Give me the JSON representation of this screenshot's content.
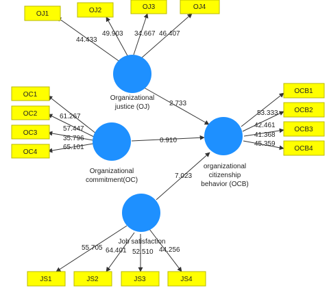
{
  "colors": {
    "construct_fill": "#1E90FF",
    "indicator_fill": "#FFFF00",
    "indicator_border": "#B8B800",
    "edge": "#333333"
  },
  "constructs": {
    "oj": {
      "name_lines": [
        "Organizational",
        "justice (OJ)"
      ]
    },
    "oc": {
      "name_lines": [
        "Organizational",
        "commitment(OC)"
      ]
    },
    "ocb": {
      "name_lines": [
        "organizational",
        "citizenship",
        "behavior (OCB)"
      ]
    },
    "js": {
      "name_lines": [
        "Job satisfaction"
      ]
    }
  },
  "indicators": {
    "oj": [
      "OJ1",
      "OJ2",
      "OJ3",
      "OJ4"
    ],
    "oc": [
      "OC1",
      "OC2",
      "OC3",
      "OC4"
    ],
    "ocb": [
      "OCB1",
      "OCB2",
      "OCB3",
      "OCB4"
    ],
    "js": [
      "JS1",
      "JS2",
      "JS3",
      "JS4"
    ]
  },
  "loadings": {
    "oj": [
      "44.433",
      "49.903",
      "34.667",
      "46.407"
    ],
    "oc": [
      "61.267",
      "57.447",
      "35.796",
      "65.101"
    ],
    "ocb": [
      "53.333",
      "42.461",
      "41.368",
      "45.359"
    ],
    "js": [
      "55.705",
      "64.401",
      "52.510",
      "44.256"
    ]
  },
  "paths": {
    "oj_ocb": "2.733",
    "oc_ocb": "0.910",
    "js_ocb": "7.023"
  }
}
